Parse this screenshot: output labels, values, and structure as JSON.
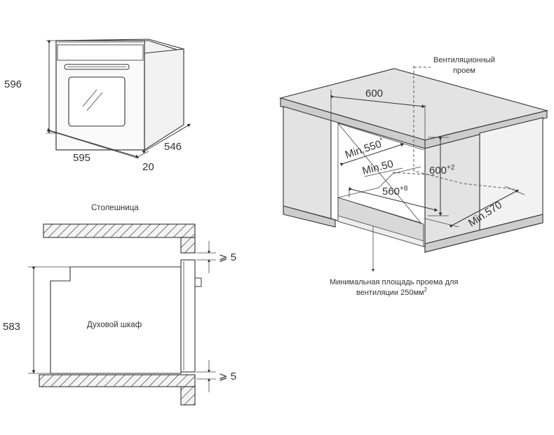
{
  "oven_view": {
    "height": "596",
    "width": "595",
    "depth": "546",
    "front_offset": "20"
  },
  "section_view": {
    "countertop_label": "Столешница",
    "oven_label": "Духовой шкаф",
    "height": "583",
    "gap_top": "⩾ 5",
    "gap_bottom": "⩾ 5"
  },
  "cabinet_view": {
    "vent_label_1": "Вентиляционный",
    "vent_label_2": "проем",
    "width_top": "600",
    "min_depth": "Min.550",
    "min_depth_sup": "*",
    "min_50": "Min.50",
    "niche_width": "560",
    "niche_width_sup": "+8",
    "niche_height": "600",
    "niche_height_sup": "+2",
    "min_570": "Min.570",
    "note_1": "Минимальная площадь проема для",
    "note_2": "вентиляции 250мм",
    "note_sup": "2"
  }
}
